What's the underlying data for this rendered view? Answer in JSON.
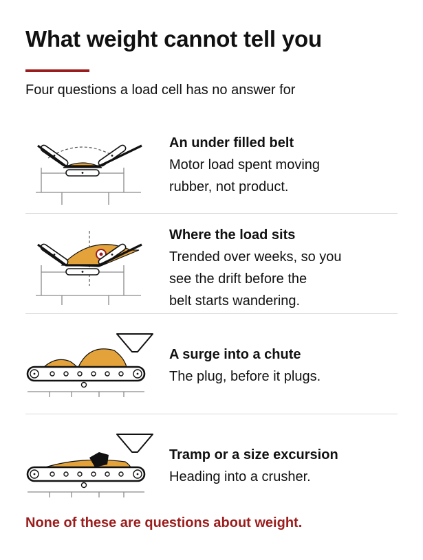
{
  "title": "What weight cannot tell you",
  "subtitle": "Four questions a load cell has no answer for",
  "colors": {
    "accent": "#9b1c1c",
    "material": "#e3a23a",
    "ink": "#111111",
    "structure": "#8a8a8a",
    "divider": "#d9d9d9"
  },
  "items": [
    {
      "icon": "troughed-belt-underfilled-icon",
      "heading": "An under filled belt",
      "lines": [
        "Motor load spent moving",
        "rubber, not product."
      ]
    },
    {
      "icon": "troughed-belt-offcenter-load-icon",
      "heading": "Where the load sits",
      "lines": [
        "Trended over weeks, so you",
        "see the drift before the",
        "belt starts wandering."
      ]
    },
    {
      "icon": "belt-surge-into-chute-icon",
      "heading": "A surge into a chute",
      "lines": [
        "The plug, before it plugs."
      ]
    },
    {
      "icon": "belt-tramp-object-icon",
      "heading": "Tramp or a size excursion",
      "lines": [
        "Heading into a crusher."
      ]
    }
  ],
  "footer": "None of these are questions about weight."
}
